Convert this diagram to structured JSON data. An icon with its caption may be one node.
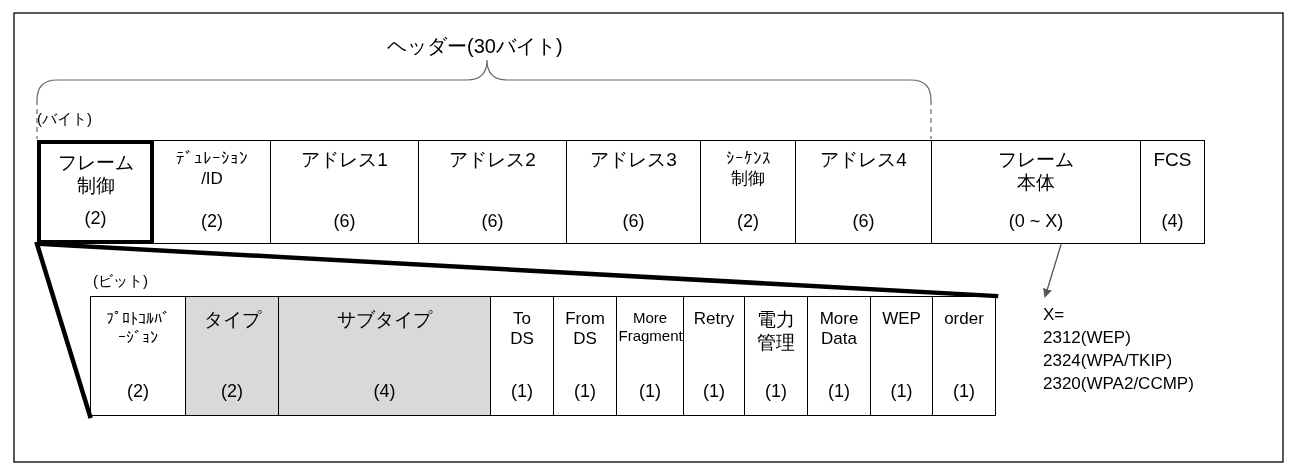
{
  "diagram": {
    "nodes": [
      {
        "text": [
          "フレーム制御",
          "(2)"
        ]
      },
      {
        "text": [
          "ﾃﾞｭﾚｰｼｮﾝ /ID",
          "(2)"
        ]
      },
      {
        "text": [
          "アドレス1",
          "(6)"
        ]
      },
      {
        "text": [
          "アドレス2",
          "(6)"
        ]
      },
      {
        "text": [
          "アドレス3",
          "(6)"
        ]
      },
      {
        "text": [
          "ｼｰｹﾝｽ制御",
          "(2)"
        ]
      },
      {
        "text": [
          "アドレス4",
          "(6)"
        ]
      },
      {
        "text": [
          "フレーム本体",
          "(0 ~ X)"
        ]
      },
      {
        "text": [
          "FCS",
          "(4)"
        ]
      },
      {
        "text": [
          "ﾌﾟﾛﾄｺﾙﾊﾞｰｼﾞｮﾝ",
          "(2)"
        ]
      },
      {
        "text": [
          "タイプ",
          "(2)"
        ]
      },
      {
        "text": [
          "サブタイプ",
          "(4)"
        ]
      },
      {
        "text": [
          "To DS",
          "(1)"
        ]
      },
      {
        "text": [
          "From DS",
          "(1)"
        ]
      },
      {
        "text": [
          "More Fragment",
          "(1)"
        ]
      },
      {
        "text": [
          "Retry",
          "(1)"
        ]
      },
      {
        "text": [
          "電力管理",
          "(1)"
        ]
      },
      {
        "text": [
          "More Data",
          "(1)"
        ]
      },
      {
        "text": [
          "WEP",
          "(1)"
        ]
      },
      {
        "text": [
          "order",
          "(1)"
        ]
      },
      {
        "text": [
          "X=",
          "2312(WEP)",
          "2324(WPA/TKIP)",
          "2320(WPA2/CCMP)"
        ]
      }
    ],
    "edges": [
      {
        "from": 7,
        "to": 20,
        "arrow": "to",
        "color": "#555555"
      },
      {
        "from": 0,
        "to": 9,
        "arrow": "none"
      },
      {
        "from": 0,
        "to": 19,
        "arrow": "none"
      }
    ],
    "labels": [
      "ヘッダー(30バイト)",
      "(バイト)",
      "(ビット)"
    ]
  }
}
